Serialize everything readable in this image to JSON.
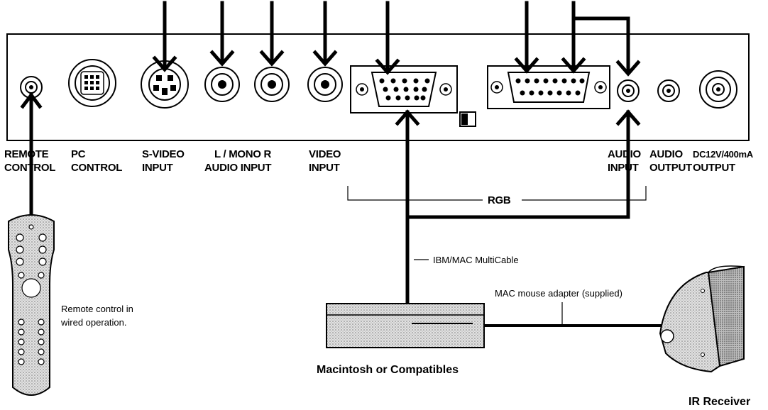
{
  "panel_labels": {
    "remote_control": [
      "REMOTE",
      "CONTROL"
    ],
    "pc_control": [
      "PC",
      "CONTROL"
    ],
    "s_video_input": [
      "S-VIDEO",
      "INPUT"
    ],
    "audio_input_lr": [
      "L / MONO R",
      "AUDIO INPUT"
    ],
    "video_input": [
      "VIDEO",
      "INPUT"
    ],
    "audio_input": [
      "AUDIO",
      "INPUT"
    ],
    "audio_output": [
      "AUDIO",
      "OUTPUT"
    ],
    "dc_output": [
      "DC12V/400mA",
      "OUTPUT"
    ]
  },
  "rgb_label": "RGB",
  "cable_label": "IBM/MAC MultiCable",
  "adapter_label": "MAC mouse adapter (supplied)",
  "remote_caption": [
    "Remote control in",
    "wired operation."
  ],
  "computer_label": "Macintosh or Compatibles",
  "receiver_label": "IR Receiver"
}
